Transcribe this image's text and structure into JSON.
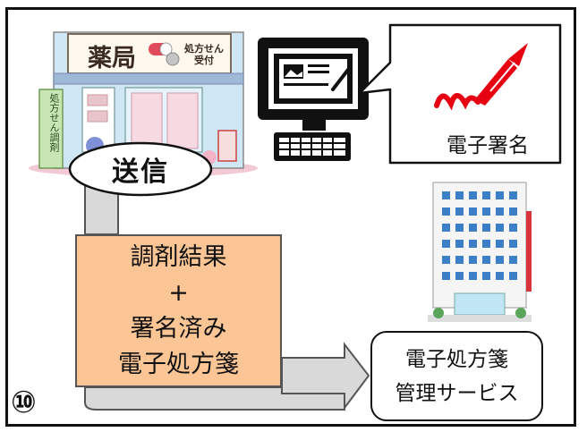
{
  "step_number": "⑩",
  "pharmacy": {
    "sign_label": "薬局",
    "prescription_reception": "処方せん受付",
    "dispensing_banner": "処方せん調剤"
  },
  "send_label": "送信",
  "result_box": {
    "line1": "調剤結果",
    "line2": "+",
    "line3": "署名済み",
    "line4": "電子処方箋"
  },
  "signature_label": "電子署名",
  "service_box": {
    "line1": "電子処方箋",
    "line2": "管理サービス"
  },
  "colors": {
    "result_fill": "#fbc595",
    "arrow_fill": "#d9d9d9",
    "signature_red": "#e60012"
  }
}
